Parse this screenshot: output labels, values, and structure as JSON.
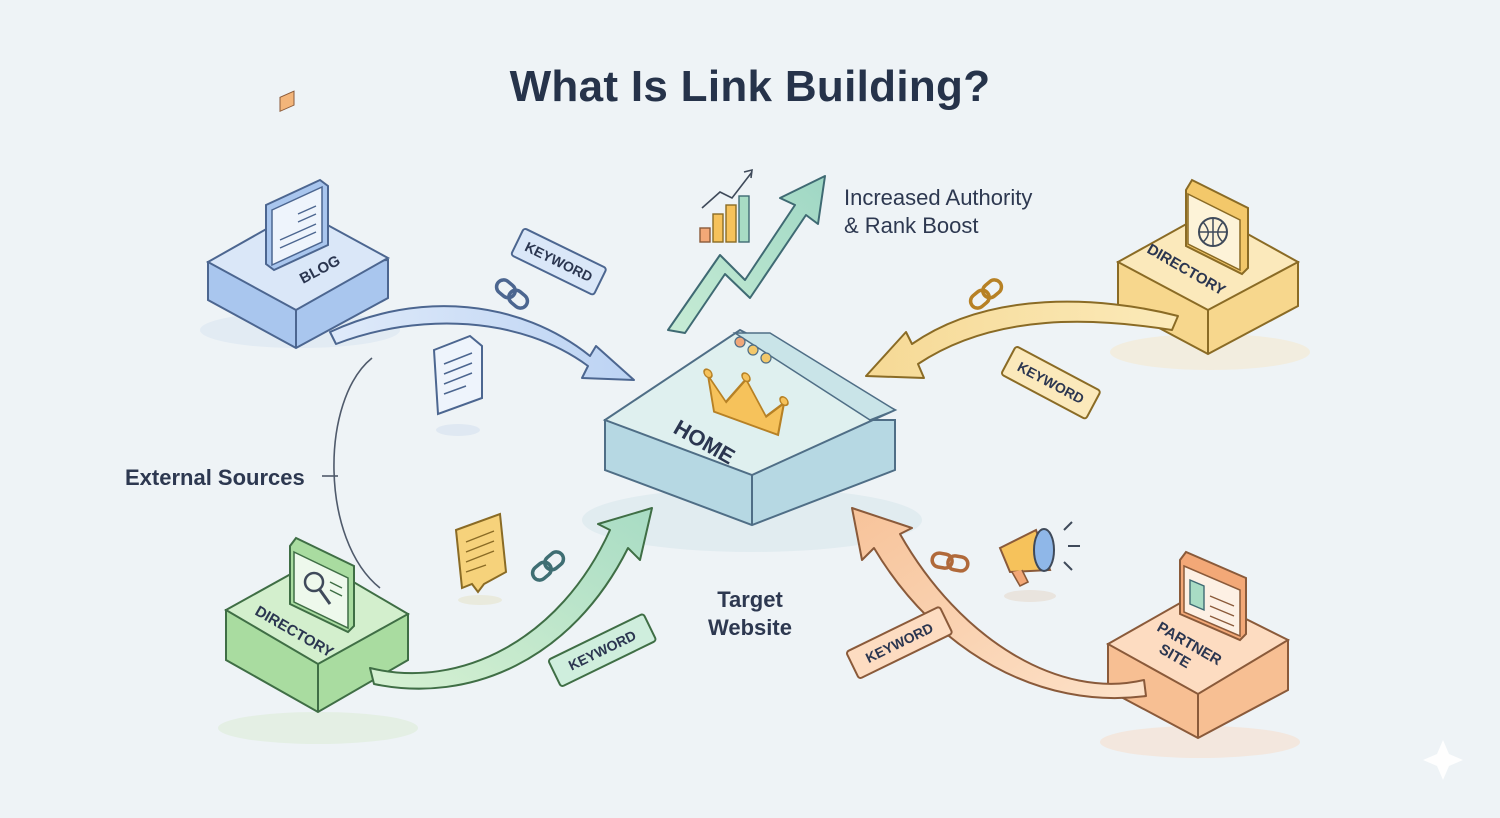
{
  "title": "What Is Link Building?",
  "labels": {
    "authority_line1": "Increased Authority",
    "authority_line2": "& Rank Boost",
    "external_sources": "External Sources",
    "target_line1": "Target",
    "target_line2": "Website"
  },
  "center_node": {
    "label": "HOME",
    "icon": "crown-icon"
  },
  "source_nodes": [
    {
      "label": "BLOG",
      "icon": "article-icon",
      "color": "#9fc2ec"
    },
    {
      "label": "DIRECTORY",
      "icon": "globe-icon",
      "color": "#f3d27c"
    },
    {
      "label": "DIRECTORY",
      "icon": "search-icon",
      "color": "#9fd89a"
    },
    {
      "label": "PARTNER",
      "label2": "SITE",
      "icon": "page-icon",
      "color": "#f6b98a"
    }
  ],
  "keyword_tags": [
    "KEYWORD",
    "KEYWORD",
    "KEYWORD",
    "KEYWORD"
  ],
  "colors": {
    "blue": "#8fb7e8",
    "yellow": "#f2c96a",
    "green": "#8fd48f",
    "orange": "#f3a877",
    "teal": "#a8dcd2"
  }
}
